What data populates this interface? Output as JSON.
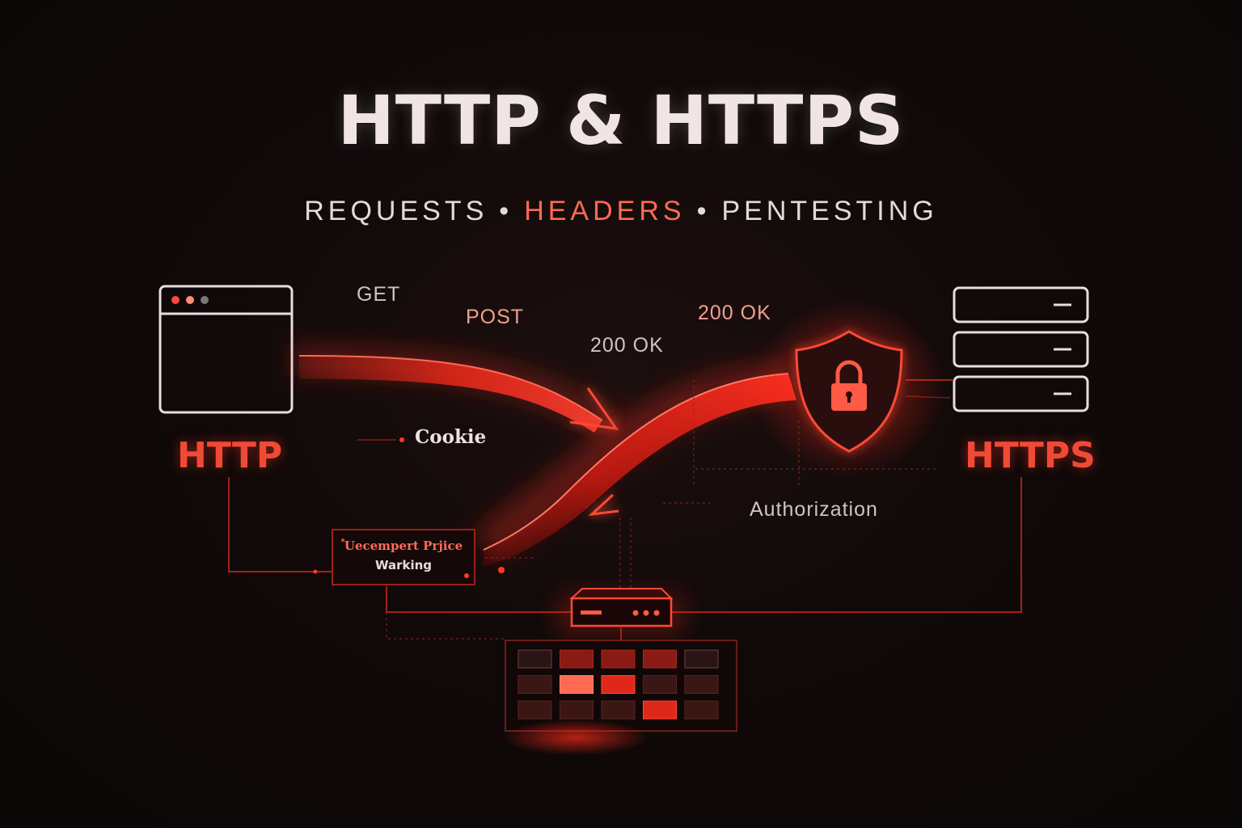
{
  "title": "HTTP & HTTPS",
  "subtitle": {
    "part1": "REQUESTS",
    "sep": "•",
    "part2": "HEADERS",
    "part3": "PENTESTING"
  },
  "labels": {
    "http": "HTTP",
    "https": "HTTPS",
    "get": "GET",
    "post": "POST",
    "ok_left": "200 OK",
    "ok_right": "200 OK",
    "cookie": "Cookie",
    "authorization": "Authorization",
    "box_line1": "Uecempert Prjice",
    "box_line2": "Warking"
  },
  "colors": {
    "accent": "#ff2a1a",
    "accent_text": "#f04a35",
    "background": "#0e0808",
    "outline": "#e6dede"
  },
  "icons": [
    "browser-window-icon",
    "server-stack-icon",
    "shield-lock-icon",
    "router-icon",
    "panel-grid-icon"
  ],
  "grid_panel": {
    "rows": 3,
    "cols": 5,
    "lit_cells": [
      [
        1,
        1
      ],
      [
        1,
        2
      ],
      [
        0,
        3
      ],
      [
        2,
        3
      ],
      [
        0,
        1
      ],
      [
        0,
        2
      ]
    ]
  }
}
